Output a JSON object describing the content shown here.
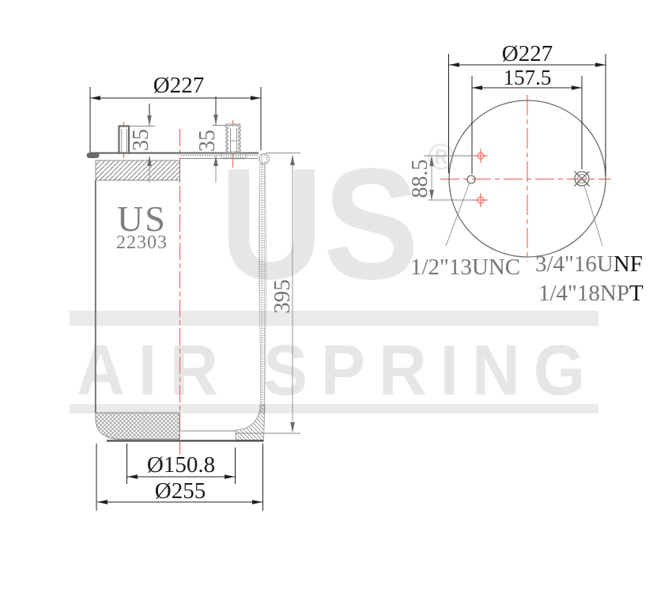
{
  "title": "Air spring technical drawing",
  "side_view": {
    "dim_top_diameter": "Ø227",
    "dim_stud_height_left": "35",
    "dim_stud_height_right": "35",
    "dim_height": "395",
    "dim_piston_diameter": "Ø150.8",
    "dim_base_diameter": "Ø255",
    "label_brand": "US",
    "label_part_number": "22303"
  },
  "top_view": {
    "dim_outer_diameter": "Ø227",
    "dim_stud_spacing": "157.5",
    "dim_stud_offset": "88.5",
    "label_stud_thread": "1/2\"13UNC",
    "label_air_fitting_thread_main": "3/4\"16U",
    "label_air_fitting_thread_main_end": "NF",
    "label_air_fitting_thread_sub": "1/4\"18NP",
    "label_air_fitting_thread_sub_end": "T"
  },
  "watermark": {
    "brand": "US",
    "registered_mark": "®",
    "brand_line": "AIR SPRING"
  },
  "colors": {
    "background": "#ffffff",
    "ink_dark": "#1c1c1c",
    "ink_gray": "#6b6b6b",
    "dim_text_gray": "#757575",
    "centerline_red": "#ec6e64",
    "watermark_gray": "#e6e6e6"
  }
}
